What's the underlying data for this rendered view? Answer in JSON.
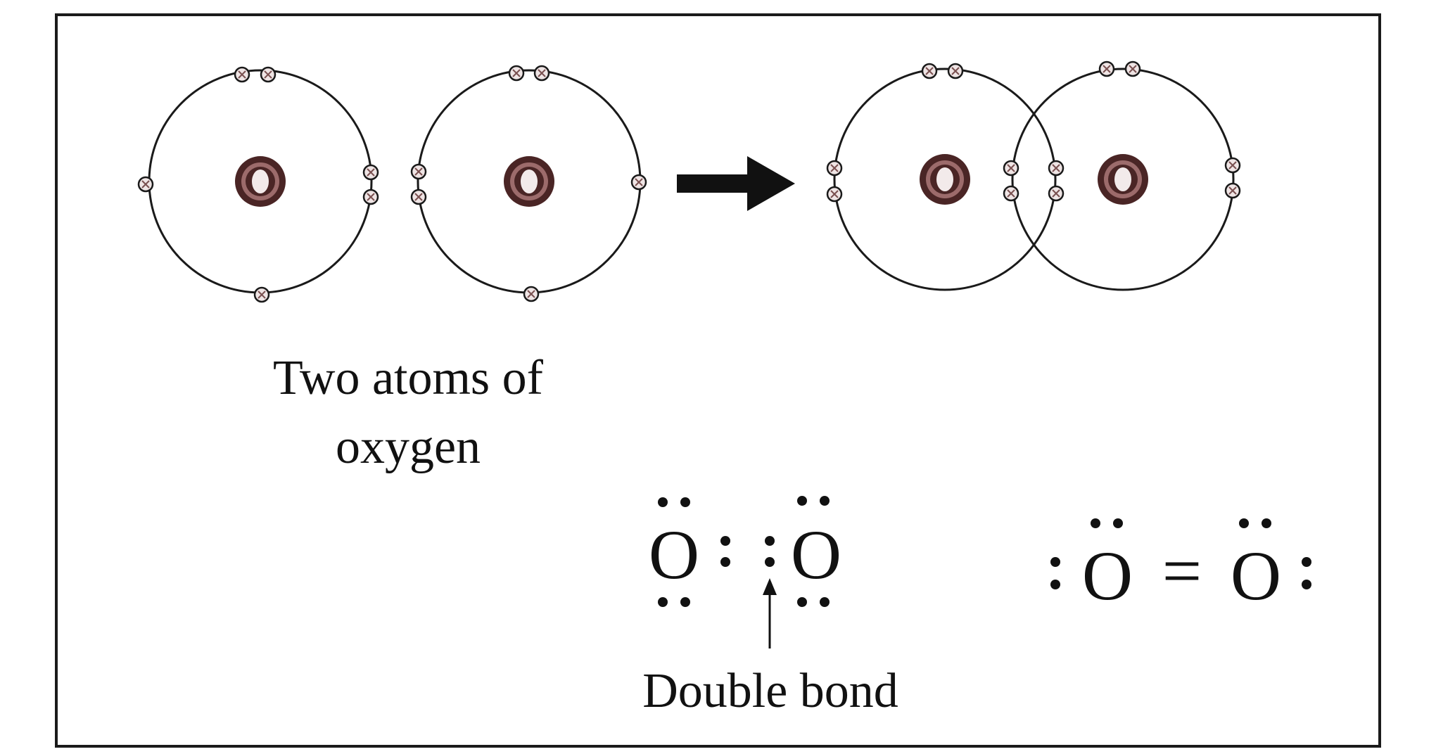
{
  "captions": {
    "atoms_label_line1": "Two atoms of",
    "atoms_label_line2": "oxygen",
    "bond_label": "Double bond"
  },
  "lewis": {
    "element_symbol": "O",
    "bond_sign": "="
  },
  "colors": {
    "line": "#1a1a1a",
    "nucleus_outer": "#4a2525",
    "nucleus_ring": "#9c6b6b",
    "nucleus_core": "#f2eaea",
    "electron_fill": "#efe5e5",
    "electron_mark": "#7a5050"
  }
}
